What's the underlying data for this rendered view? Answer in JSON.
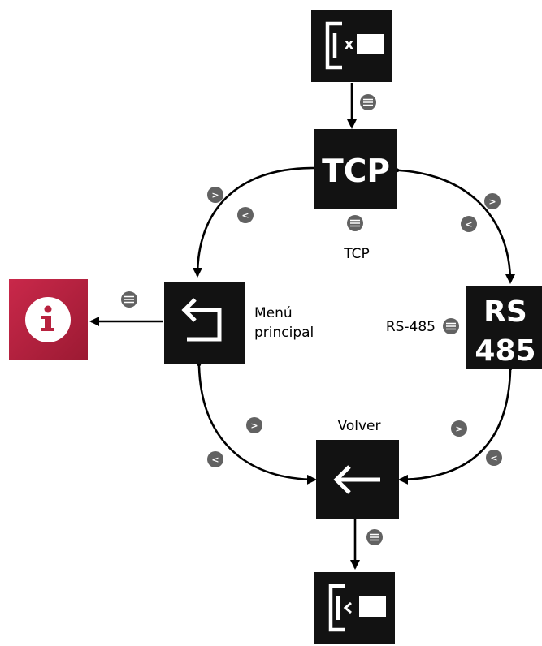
{
  "tiles": {
    "tcp": {
      "text": "TCP"
    },
    "rs485": {
      "line1": "RS",
      "line2": "485"
    }
  },
  "labels": {
    "tcp": "TCP",
    "rs485": "RS-485",
    "main_menu_line1": "Menú",
    "main_menu_line2": "principal",
    "back": "Volver"
  },
  "buttons": {
    "next_glyph": ">",
    "prev_glyph": "<"
  },
  "colors": {
    "tile_bg": "#121212",
    "button_gray": "#626262",
    "info_red": "#b8223f",
    "arrow": "#000000"
  }
}
